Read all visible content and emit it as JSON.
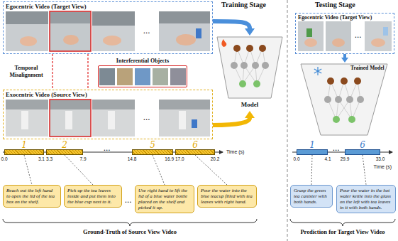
{
  "diagram": {
    "nodes": [
      {
        "text": [
          "Egocentric Video (Target View)"
        ]
      },
      {
        "text": [
          "Interferential Objects"
        ]
      },
      {
        "text": [
          "Exocentric Video (Source View)"
        ]
      },
      {
        "text": [
          "Model"
        ]
      },
      {
        "text": [
          "1"
        ]
      },
      {
        "text": [
          "2"
        ]
      },
      {
        "text": [
          "5"
        ]
      },
      {
        "text": [
          "6"
        ]
      },
      {
        "text": [
          "Reach out the left hand to open the lid of the tea box on the shelf."
        ]
      },
      {
        "text": [
          "Pick up the tea leaves inside and put them into the blue cup next to it."
        ]
      },
      {
        "text": [
          "Use right hand to lift the lid of a blue water bottle placed on the shelf and picked it up."
        ]
      },
      {
        "text": [
          "Pour the water into the blue teacup filled with tea leaves with right hand."
        ]
      },
      {
        "text": [
          "Egocentric Video (Target View)"
        ]
      },
      {
        "text": [
          "Trained Model"
        ]
      },
      {
        "text": [
          "1"
        ]
      },
      {
        "text": [
          "6"
        ]
      },
      {
        "text": [
          "Grasp the green tea canister with both hands."
        ]
      },
      {
        "text": [
          "Pour the water in the hot water kettle into the glass on the left with tea leaves in it with both hands."
        ]
      }
    ],
    "edges": [
      {
        "from": 0,
        "to": 3,
        "arrow": "to"
      },
      {
        "from": 2,
        "to": 3,
        "arrow": "to"
      },
      {
        "from": 0,
        "to": 2,
        "arrow": "none"
      },
      {
        "from": 4,
        "to": 8,
        "arrow": "none"
      },
      {
        "from": 5,
        "to": 9,
        "arrow": "none"
      },
      {
        "from": 6,
        "to": 10,
        "arrow": "none"
      },
      {
        "from": 7,
        "to": 11,
        "arrow": "none"
      },
      {
        "from": 12,
        "to": 13,
        "arrow": "to"
      },
      {
        "from": 14,
        "to": 16,
        "arrow": "none"
      },
      {
        "from": 15,
        "to": 17,
        "arrow": "none"
      }
    ],
    "labels": [
      "Training Stage",
      "Testing Stage",
      "Temporal Misalignment",
      "...",
      "...",
      "0.0",
      "3.1",
      "3.3",
      "7.9",
      "...",
      "14.8",
      "16.9",
      "17.0",
      "20.2",
      "Time (s)",
      "...",
      "Ground-Truth of Source View Video",
      "...",
      "0.0",
      "4.1",
      "...",
      "29.9",
      "33.0",
      "Time (s)",
      "Prediction for Target View Video"
    ]
  }
}
